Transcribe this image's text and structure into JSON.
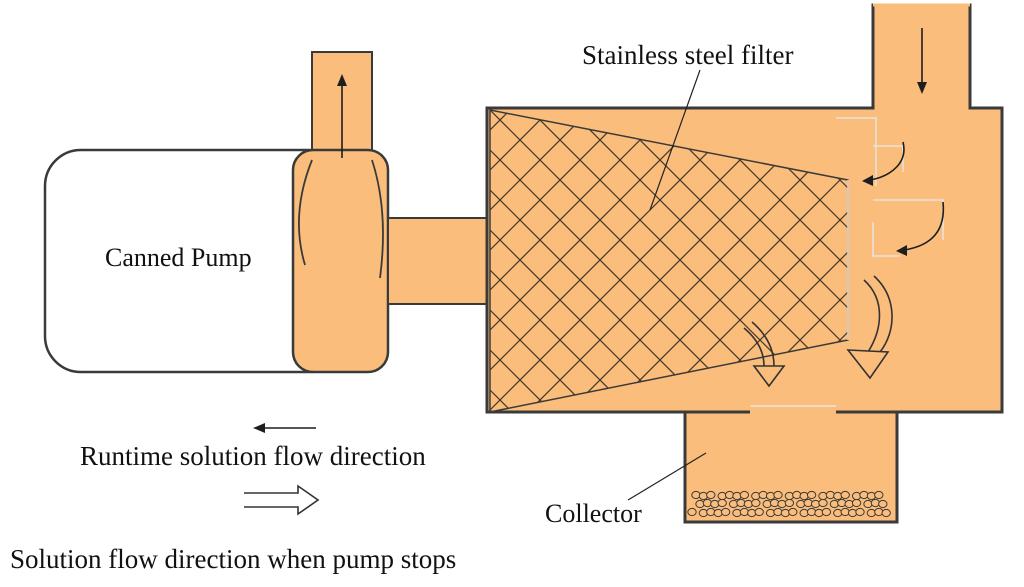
{
  "labels": {
    "filter": "Stainless steel filter",
    "pump": "Canned Pump",
    "collector": "Collector",
    "runtime_legend": "Runtime solution flow direction",
    "stop_legend": "Solution flow direction when pump stops"
  },
  "colors": {
    "fill": "#fbbd7b",
    "outline": "#3a3a3a",
    "mesh": "#4a3a2a",
    "arrow": "#1e1e1e"
  }
}
